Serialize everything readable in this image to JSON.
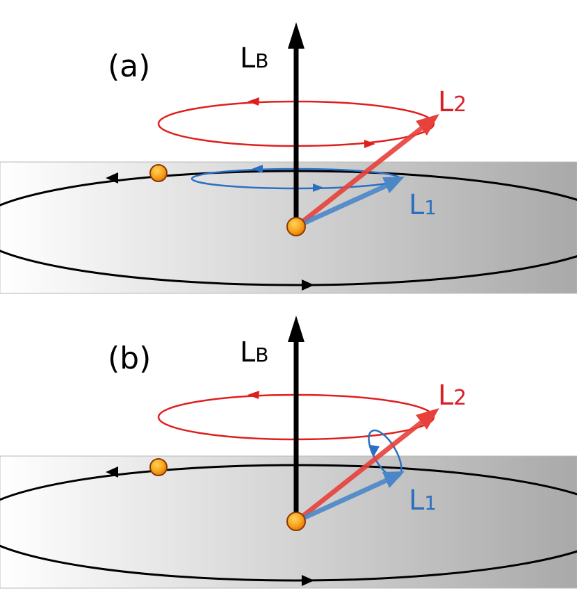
{
  "panels": [
    {
      "label": "(a)",
      "orbit_body_vector": {
        "main": "L",
        "sub": "B"
      },
      "outer_vector": {
        "main": "L",
        "sub": "2"
      },
      "inner_vector": {
        "main": "L",
        "sub": "1"
      }
    },
    {
      "label": "(b)",
      "orbit_body_vector": {
        "main": "L",
        "sub": "B"
      },
      "outer_vector": {
        "main": "L",
        "sub": "2"
      },
      "inner_vector": {
        "main": "L",
        "sub": "1"
      }
    }
  ],
  "colors": {
    "black_vector": "#000000",
    "red_vector": "#e8403a",
    "red_label": "#d81f26",
    "red_orbit": "#e01e1e",
    "blue_vector": "#4a86c8",
    "blue_label": "#2a6fc0",
    "blue_orbit": "#2b6fc2",
    "body_fill": "#f7a21b",
    "body_stroke": "#8a3a00",
    "plane_light": "#ffffff",
    "plane_dark": "#a9a9a9"
  },
  "icons": [
    "central-body-icon",
    "orbiting-body-icon",
    "arrowhead-icon"
  ]
}
